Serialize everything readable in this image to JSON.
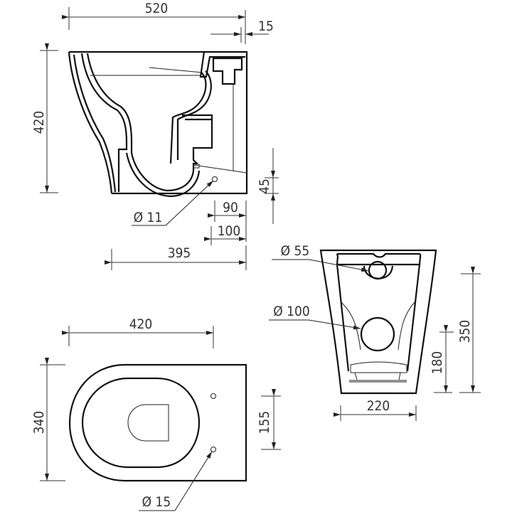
{
  "drawing": {
    "subject": "Back-to-wall toilet pan technical drawing",
    "units": "mm",
    "views": {
      "side": {
        "overall_length": "520",
        "rear_offset": "15",
        "height": "420",
        "outlet_height": "45",
        "fixing_hole_diameter": "Ø 11",
        "fixing_offset_a": "90",
        "fixing_offset_b": "100",
        "outlet_length": "395"
      },
      "rear": {
        "inlet_diameter": "Ø 55",
        "outlet_diameter": "Ø 100",
        "inlet_height": "350",
        "outlet_centre_height": "180",
        "base_width": "220"
      },
      "top": {
        "length": "420",
        "width": "340",
        "fixing_spacing": "155",
        "fixing_hole_diameter": "Ø 15"
      }
    }
  }
}
